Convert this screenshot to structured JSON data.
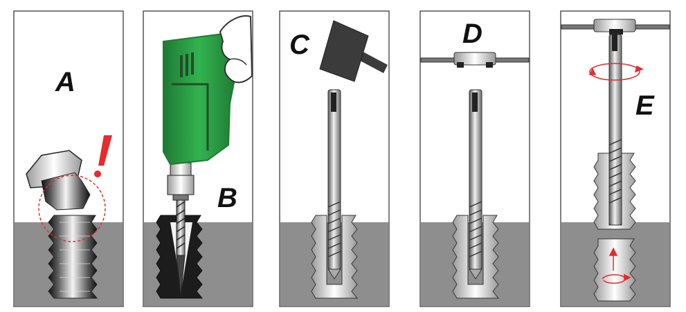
{
  "panels": [
    {
      "id": "A",
      "label": "A"
    },
    {
      "id": "B",
      "label": "B"
    },
    {
      "id": "C",
      "label": "C"
    },
    {
      "id": "D",
      "label": "D"
    },
    {
      "id": "E",
      "label": "E"
    }
  ],
  "colors": {
    "ground": "#8e8e8e",
    "panel_border": "#555555",
    "drill_green": "#2fa84a",
    "drill_green_dark": "#1f7a33",
    "hammer": "#3b3b3b",
    "alert_red": "#e52b2b",
    "metal_light": "#f2f2f2",
    "metal_dark": "#1e1e1e"
  },
  "icons": {
    "warning": "exclamation-mark-icon",
    "rotation": "rotation-arrow-icon",
    "direction": "up-arrow-icon"
  }
}
